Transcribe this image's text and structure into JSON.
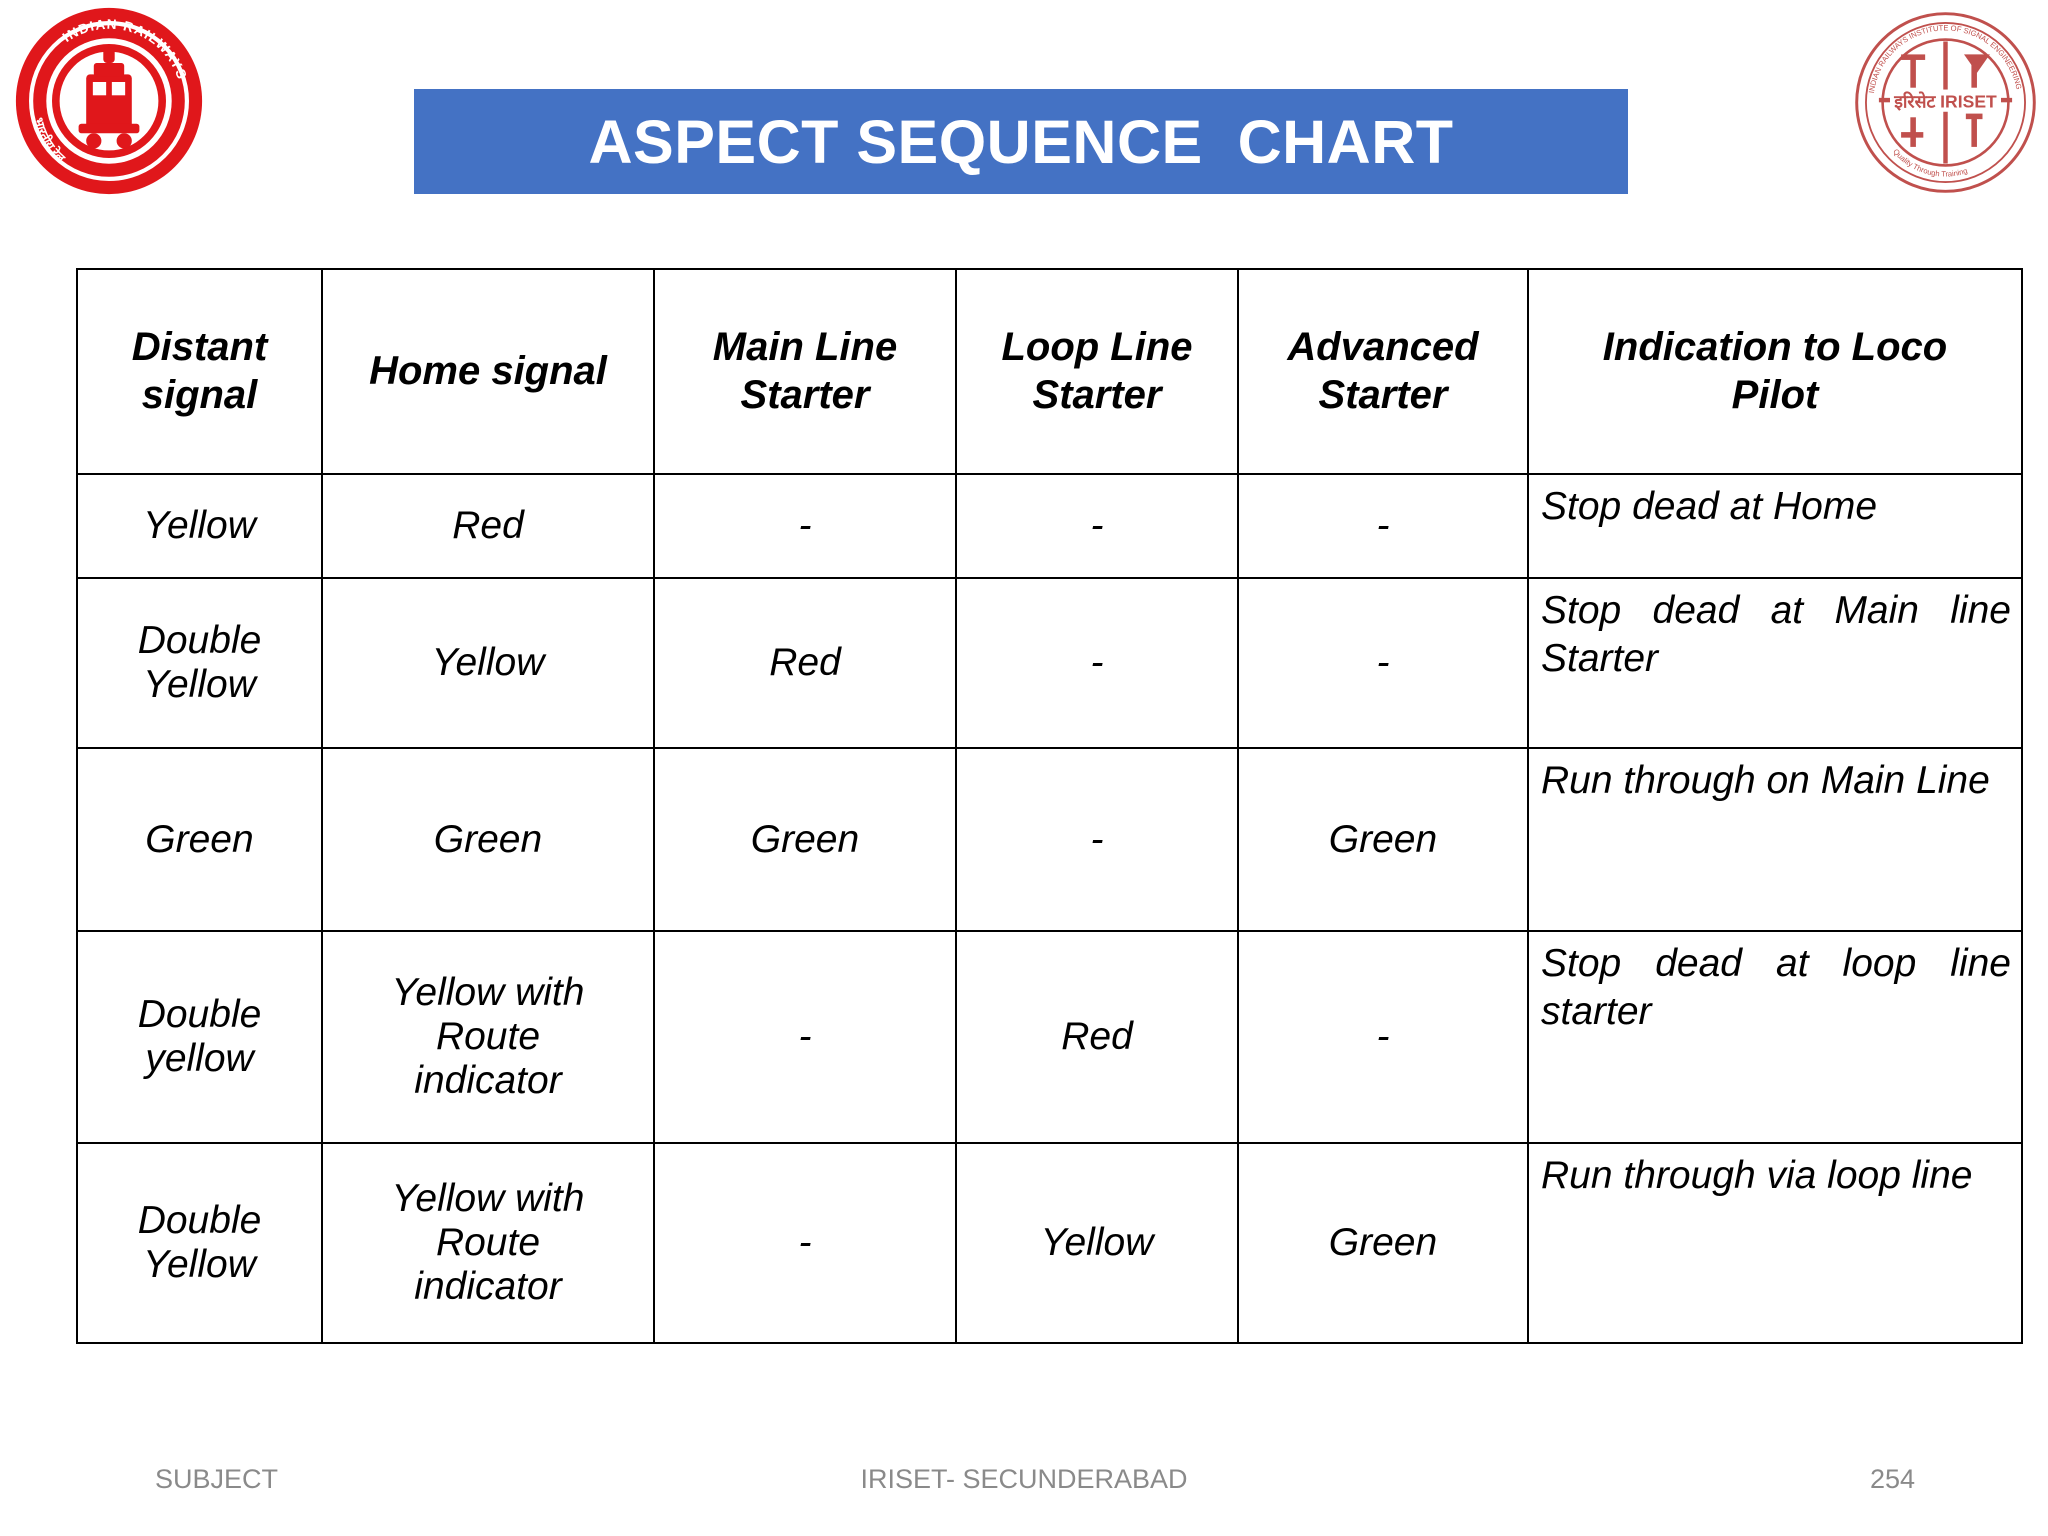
{
  "slide": {
    "title": "ASPECT SEQUENCE  CHART",
    "title_banner_color": "#4472C4",
    "title_text_color": "#FFFFFF",
    "background_color": "#FFFFFF"
  },
  "logos": {
    "left": {
      "name": "indian-railways-logo",
      "text": "INDIAN RAILWAYS",
      "text_devanagari": "भारतीय रेल",
      "color": "#E0171B"
    },
    "right": {
      "name": "iriset-logo",
      "text": "IRISET",
      "text_devanagari": "इरिसेट",
      "color": "#C0504D"
    }
  },
  "chart_data": {
    "type": "table",
    "title": "ASPECT SEQUENCE  CHART",
    "columns": [
      "Distant signal",
      "Home signal",
      "Main Line Starter",
      "Loop Line Starter",
      "Advanced Starter",
      "Indication to Loco Pilot"
    ],
    "column_lines": [
      [
        "Distant",
        "signal"
      ],
      [
        "Home signal"
      ],
      [
        "Main Line",
        "Starter"
      ],
      [
        "Loop Line",
        "Starter"
      ],
      [
        "Advanced",
        "Starter"
      ],
      [
        "Indication to Loco",
        "Pilot"
      ]
    ],
    "rows": [
      {
        "distant_signal": [
          "Yellow"
        ],
        "home_signal": [
          "Red"
        ],
        "main_line_starter": "-",
        "loop_line_starter": "-",
        "advanced_starter": "-",
        "indication": "Stop dead at Home"
      },
      {
        "distant_signal": [
          "Double",
          "Yellow"
        ],
        "home_signal": [
          "Yellow"
        ],
        "main_line_starter": "Red",
        "loop_line_starter": "-",
        "advanced_starter": "-",
        "indication": "Stop dead at Main line Starter"
      },
      {
        "distant_signal": [
          "Green"
        ],
        "home_signal": [
          "Green"
        ],
        "main_line_starter": "Green",
        "loop_line_starter": "-",
        "advanced_starter": "Green",
        "indication": "Run through on Main Line"
      },
      {
        "distant_signal": [
          "Double",
          "yellow"
        ],
        "home_signal": [
          "Yellow with",
          "Route",
          "indicator"
        ],
        "main_line_starter": "-",
        "loop_line_starter": "Red",
        "advanced_starter": "-",
        "indication": "Stop dead at loop line starter"
      },
      {
        "distant_signal": [
          "Double",
          "Yellow"
        ],
        "home_signal": [
          "Yellow with",
          "Route",
          "indicator"
        ],
        "main_line_starter": "-",
        "loop_line_starter": "Yellow",
        "advanced_starter": "Green",
        "indication": "Run through via loop line"
      }
    ]
  },
  "footer": {
    "subject": "SUBJECT",
    "center": "IRISET- SECUNDERABAD",
    "page": "254",
    "color": "#8A8A8A"
  }
}
